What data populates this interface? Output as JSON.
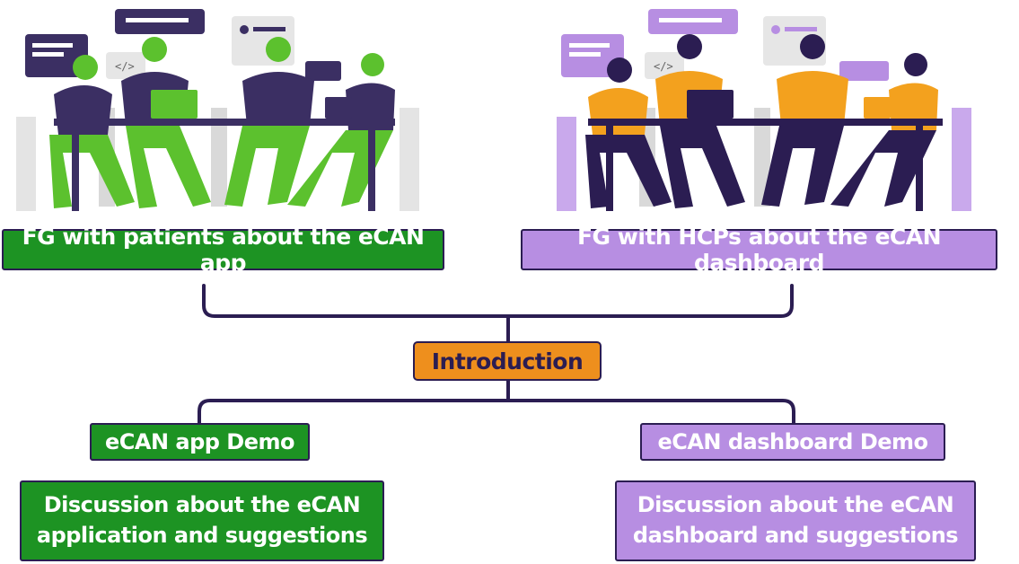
{
  "colors": {
    "green": "#1d9323",
    "purple": "#b78ee2",
    "orange": "#ee8f1d",
    "navy": "#2b1d52"
  },
  "illustrations": {
    "left": {
      "icon": "focus-group-patients-illustration",
      "accent": "#5cc12e"
    },
    "right": {
      "icon": "focus-group-hcps-illustration",
      "accent": "#f3a11e"
    }
  },
  "boxes": {
    "fg_patients": "FG with patients about the eCAN app",
    "fg_hcps": "FG with HCPs about the eCAN dashboard",
    "introduction": "Introduction",
    "app_demo": "eCAN app Demo",
    "dashboard_demo": "eCAN dashboard Demo",
    "app_discussion": [
      "Discussion about the eCAN",
      "application and suggestions"
    ],
    "dashboard_discussion": [
      "Discussion about the eCAN",
      "dashboard and suggestions"
    ]
  }
}
